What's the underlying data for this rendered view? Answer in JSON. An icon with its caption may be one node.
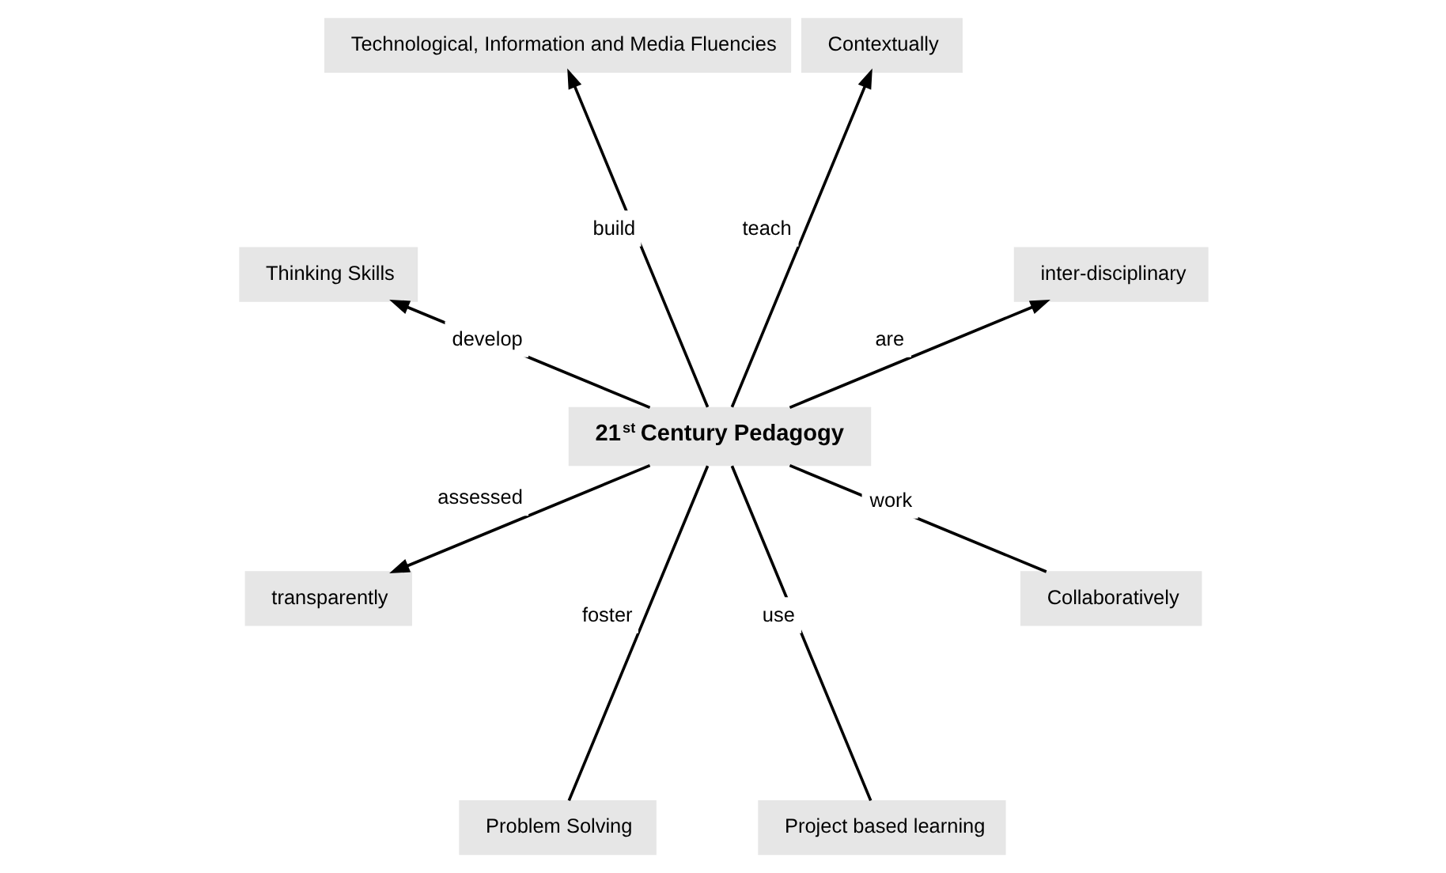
{
  "diagram": {
    "nodes": [
      {
        "text": [
          "Technological, Information and Media Fluencies"
        ]
      },
      {
        "text": [
          "Thinking Skills"
        ]
      },
      {
        "text": [
          "Contextually"
        ]
      },
      {
        "text": [
          "transparently"
        ]
      },
      {
        "text": [
          "21$^{st}$ Century Pedagogy"
        ]
      },
      {
        "text": [
          "inter-disciplinary"
        ]
      },
      {
        "text": [
          "Problem Solving"
        ]
      },
      {
        "text": [
          "Collaboratively"
        ]
      },
      {
        "text": [
          "Project based learning"
        ]
      }
    ],
    "edges": [
      {
        "from": 4,
        "to": 0,
        "arrow": "to",
        "label": "build"
      },
      {
        "from": 4,
        "to": 2,
        "arrow": "to",
        "label": "teach"
      },
      {
        "from": 4,
        "to": 5,
        "arrow": "to",
        "label": "are"
      },
      {
        "from": 4,
        "to": 7,
        "arrow": "none",
        "label": "work"
      },
      {
        "from": 4,
        "to": 8,
        "arrow": "none",
        "label": "use"
      },
      {
        "from": 4,
        "to": 6,
        "arrow": "none",
        "label": "foster"
      },
      {
        "from": 4,
        "to": 3,
        "arrow": "to",
        "label": "assessed"
      },
      {
        "from": 4,
        "to": 1,
        "arrow": "to",
        "label": "develop"
      }
    ]
  }
}
